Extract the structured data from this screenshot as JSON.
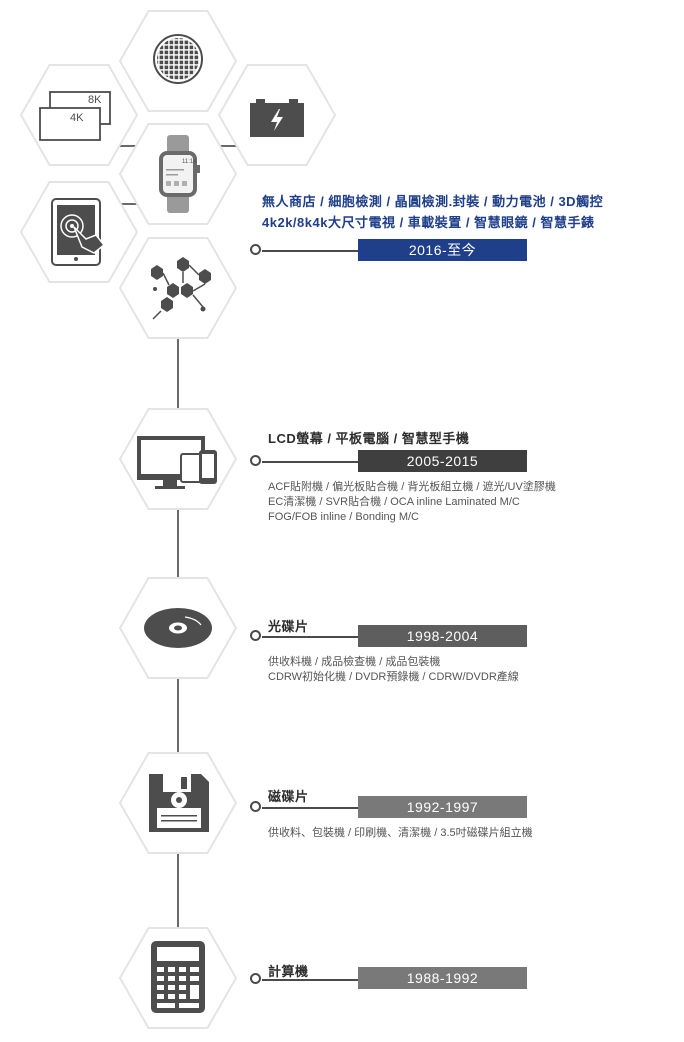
{
  "colors": {
    "hex_fill": "#ffffff",
    "hex_stroke": "#e4e4e4",
    "icon_color": "#4d4d4d",
    "line": "#6a6a6a",
    "top_blue": "#1f3f8a",
    "year_dark": "#3f3f3f",
    "year_mid": "#5e5e5e",
    "year_light": "#797979"
  },
  "top_icons": {
    "monitor_8k": "8K",
    "monitor_4k": "4K",
    "watch_time": "11:14"
  },
  "eras": [
    {
      "title_lines": [
        "無人商店 / 細胞檢測 / 晶圓檢測.封裝 / 動力電池 / 3D觸控",
        "4k2k/8k4k大尺寸電視 / 車載裝置 / 智慧眼鏡 / 智慧手錶"
      ],
      "year": "2016-至今",
      "desc": []
    },
    {
      "title": "LCD螢幕 / 平板電腦 / 智慧型手機",
      "year": "2005-2015",
      "desc": [
        "ACF貼附機 / 偏光板貼合機 / 背光板組立機 / 遮光/UV塗膠機",
        "EC清潔機 / SVR貼合機 / OCA inline Laminated M/C",
        "FOG/FOB inline / Bonding M/C"
      ]
    },
    {
      "title": "光碟片",
      "year": "1998-2004",
      "desc": [
        "供收料機 / 成品檢查機 / 成品包裝機",
        "CDRW初始化機 / DVDR預錄機 / CDRW/DVDR產線"
      ]
    },
    {
      "title": "磁碟片",
      "year": "1992-1997",
      "desc": [
        "供收料、包裝機 / 印刷機、清潔機 / 3.5吋磁碟片組立機"
      ]
    },
    {
      "title": "計算機",
      "year": "1988-1992",
      "desc": []
    }
  ]
}
